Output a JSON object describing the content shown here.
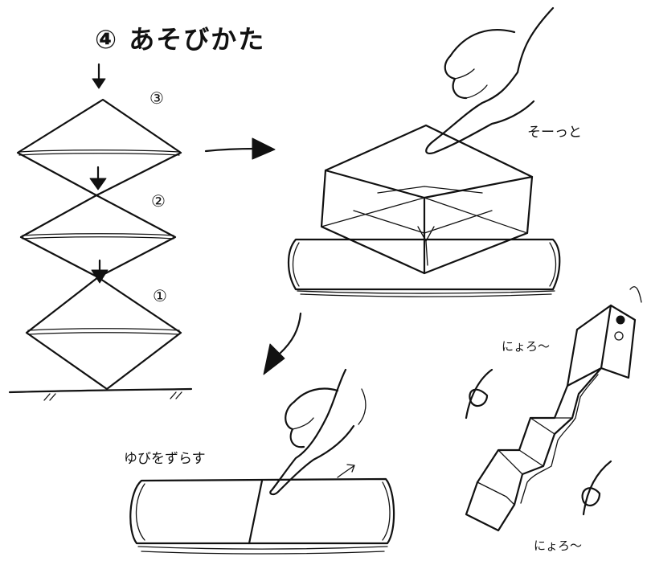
{
  "title": "④ あそびかた",
  "steps": [
    {
      "label": "③"
    },
    {
      "label": "②"
    },
    {
      "label": "①"
    }
  ],
  "captions": {
    "push_gently": "そーっと",
    "slide_finger": "ゆびをずらす",
    "wiggle_top": "にょろ〜",
    "wiggle_bottom": "にょろ〜"
  },
  "colors": {
    "ink": "#111111",
    "paper": "#ffffff"
  }
}
